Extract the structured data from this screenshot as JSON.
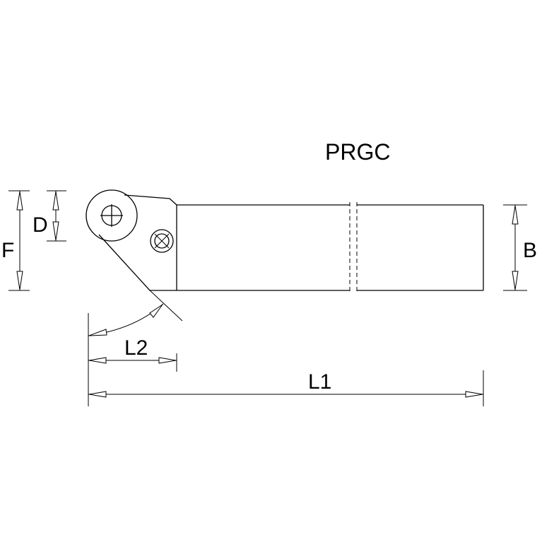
{
  "title": "PRGC",
  "dimensions": {
    "F": "F",
    "D": "D",
    "B": "B",
    "L1": "L1",
    "L2": "L2"
  },
  "colors": {
    "line": "#000000",
    "background": "#ffffff"
  }
}
